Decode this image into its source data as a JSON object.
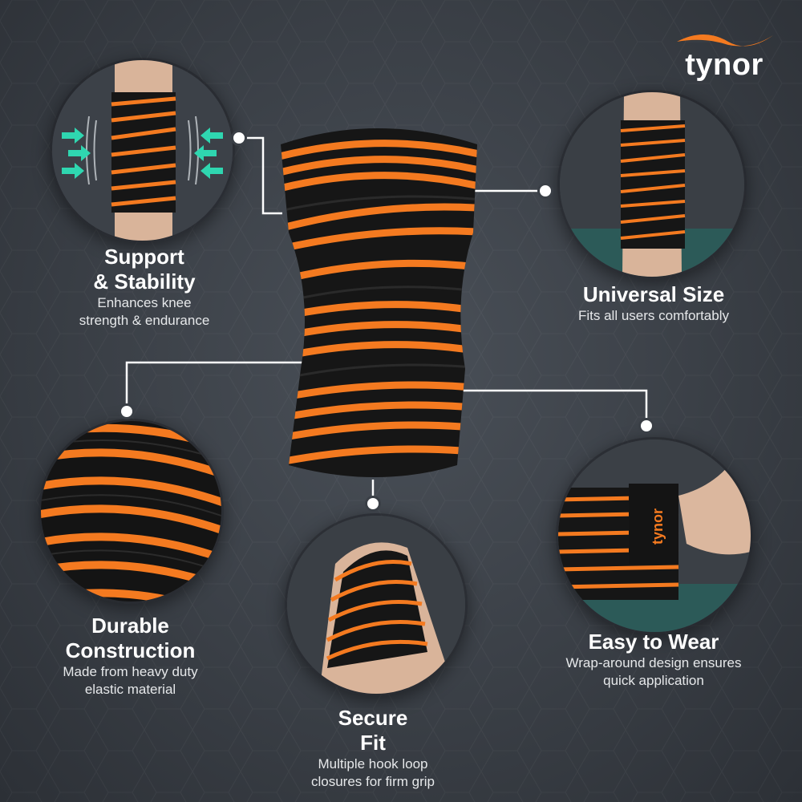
{
  "brand": {
    "name": "tynor",
    "accent": "#f47a20"
  },
  "colors": {
    "background": "#3a3f46",
    "stripe": "#f47a20",
    "fabric": "#141414",
    "skin": "#d9b49a"
  },
  "product": {
    "name": "knee wrap",
    "logo_on_strap": "tynor"
  },
  "features": [
    {
      "title_line1": "Support",
      "title_line2": "& Stability",
      "desc_line1": "Enhances knee",
      "desc_line2": "strength & endurance"
    },
    {
      "title_line1": "Universal Size",
      "title_line2": "",
      "desc_line1": "Fits all users comfortably",
      "desc_line2": ""
    },
    {
      "title_line1": "Durable",
      "title_line2": "Construction",
      "desc_line1": "Made from heavy duty",
      "desc_line2": "elastic material"
    },
    {
      "title_line1": "Easy to Wear",
      "title_line2": "",
      "desc_line1": "Wrap-around design ensures",
      "desc_line2": "quick application"
    },
    {
      "title_line1": "Secure",
      "title_line2": "Fit",
      "desc_line1": "Multiple hook loop",
      "desc_line2": "closures for firm grip"
    }
  ],
  "icons": [
    "compression-arrows-icon",
    "connector-dot-icon"
  ]
}
